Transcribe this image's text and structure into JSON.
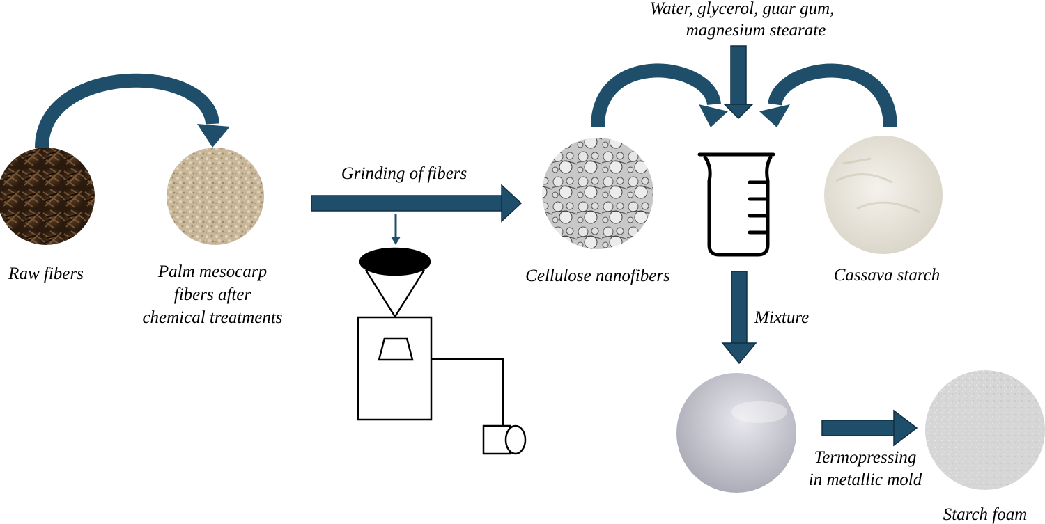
{
  "colors": {
    "arrow": "#1f4e6b",
    "line": "#000000",
    "background": "#ffffff"
  },
  "labels": {
    "raw_fibers": "Raw fibers",
    "palm_line1": "Palm mesocarp",
    "palm_line2": "fibers after",
    "palm_line3": "chemical treatments",
    "grinding": "Grinding of fibers",
    "cellulose": "Cellulose nanofibers",
    "additives_line1": "Water, glycerol, guar gum,",
    "additives_line2": "magnesium stearate",
    "cassava": "Cassava starch",
    "mixture": "Mixture",
    "termo_line1": "Termopressing",
    "termo_line2": "in metallic mold",
    "starch_foam": "Starch foam"
  },
  "photos": {
    "raw_fibers": "dark-brown-fibers",
    "palm_fibers": "beige-granular-fibers",
    "cellulose": "microscope-bubble-network",
    "cassava": "white-powder",
    "mixture": "gray-gel",
    "foam": "light-gray-foam"
  },
  "icons": {
    "beaker": "beaker-icon",
    "grinder": "grinder-machine-icon"
  }
}
